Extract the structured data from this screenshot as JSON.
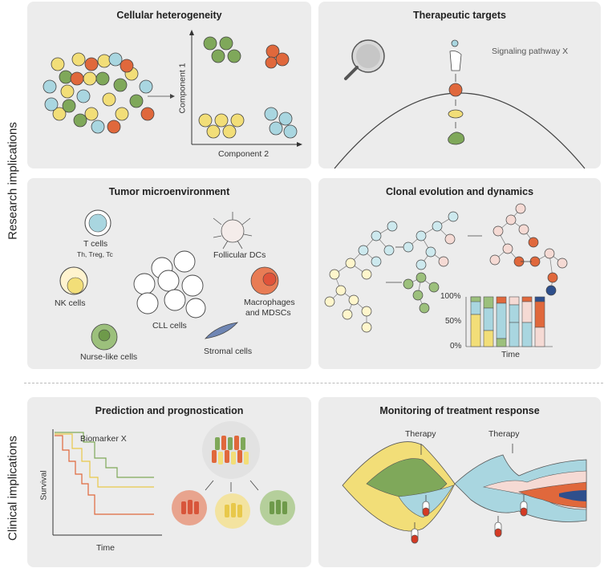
{
  "side_labels": {
    "research": "Research implications",
    "clinical": "Clinical implications"
  },
  "panels": {
    "heterogeneity": {
      "title": "Cellular heterogeneity",
      "y_axis": "Component 1",
      "x_axis": "Component 2"
    },
    "targets": {
      "title": "Therapeutic targets",
      "pathway": "Signaling pathway X"
    },
    "microenvironment": {
      "title": "Tumor microenvironment",
      "t_cells": "T cells",
      "t_cells_sub": "Th, Treg, Tc",
      "follicular": "Follicular DCs",
      "nk": "NK cells",
      "macrophages_1": "Macrophages",
      "macrophages_2": "and MDSCs",
      "cll": "CLL cells",
      "nurse": "Nurse-like cells",
      "stromal": "Stromal cells"
    },
    "clonal": {
      "title": "Clonal evolution and dynamics",
      "ticks": [
        "100%",
        "50%",
        "0%"
      ],
      "x_axis": "Time"
    },
    "prediction": {
      "title": "Prediction and prognostication",
      "biomarker": "Biomarker X",
      "y_axis": "Survival",
      "x_axis": "Time"
    },
    "monitoring": {
      "title": "Monitoring of treatment response",
      "therapy_1": "Therapy",
      "therapy_2": "Therapy"
    }
  },
  "colors": {
    "green": "#7fa85a",
    "orange": "#e0683c",
    "yellow": "#f2de78",
    "blue": "#a9d6e0",
    "pink": "#f0cfc8",
    "panel": "#ececec"
  }
}
